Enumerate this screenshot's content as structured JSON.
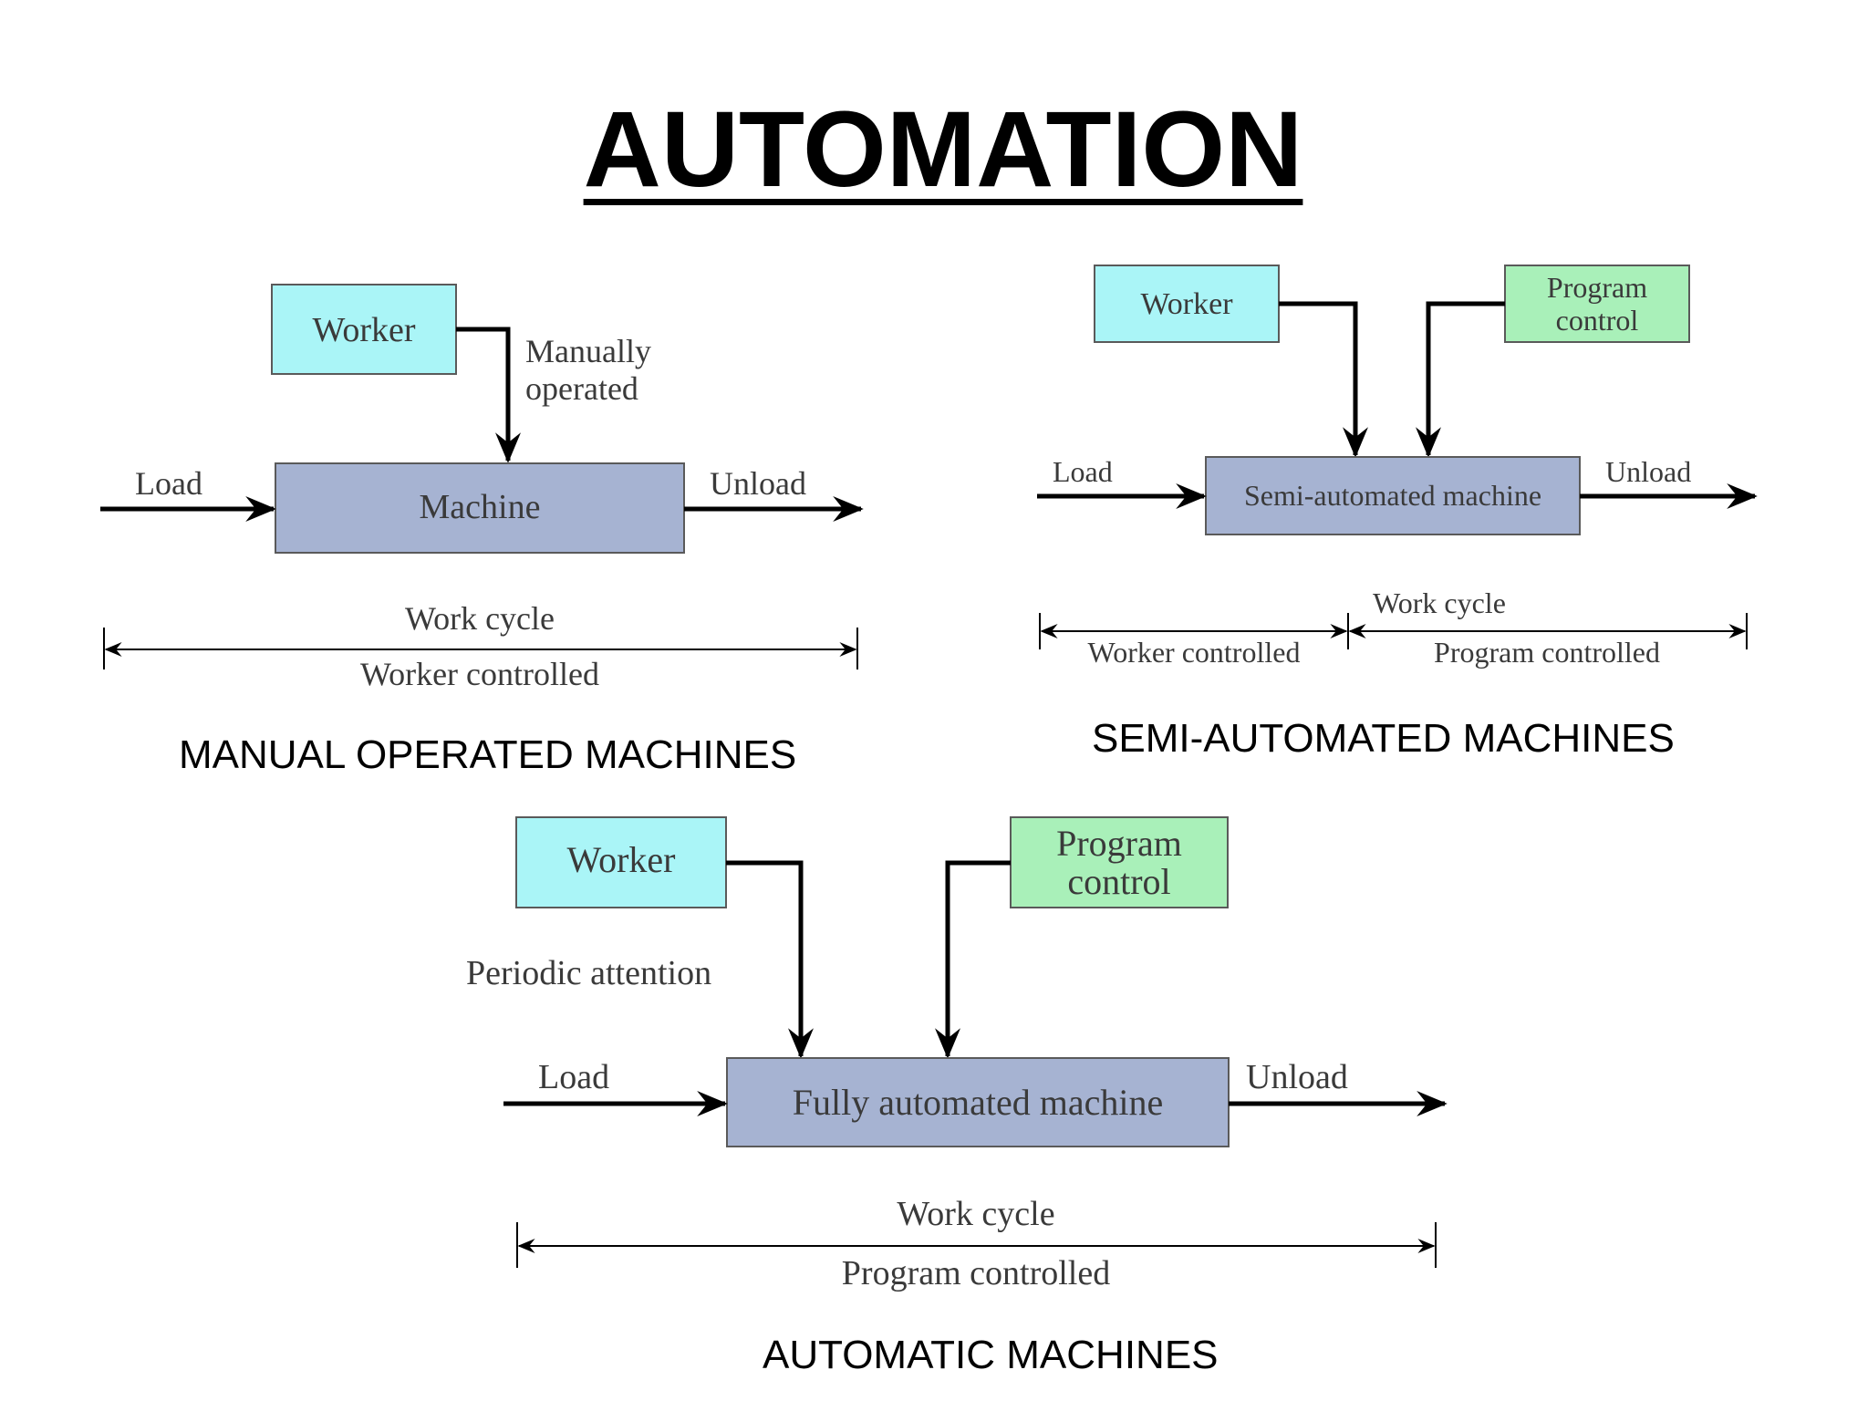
{
  "title": "AUTOMATION",
  "colors": {
    "worker_box": "#aaf5f7",
    "program_box": "#a9f0b9",
    "machine_box": "#a6b3d2",
    "box_border": "#5a5a5a",
    "arrow": "#000000"
  },
  "manual": {
    "caption": "MANUAL OPERATED MACHINES",
    "worker": "Worker",
    "annotation_line1": "Manually",
    "annotation_line2": "operated",
    "machine": "Machine",
    "load": "Load",
    "unload": "Unload",
    "cycle_top": "Work cycle",
    "cycle_bottom": "Worker controlled"
  },
  "semi": {
    "caption": "SEMI-AUTOMATED MACHINES",
    "worker": "Worker",
    "program_line1": "Program",
    "program_line2": "control",
    "machine": "Semi-automated machine",
    "load": "Load",
    "unload": "Unload",
    "cycle_top": "Work cycle",
    "cycle_left": "Worker controlled",
    "cycle_right": "Program controlled"
  },
  "automatic": {
    "caption": "AUTOMATIC MACHINES",
    "worker": "Worker",
    "program_line1": "Program",
    "program_line2": "control",
    "annotation": "Periodic attention",
    "machine": "Fully automated machine",
    "load": "Load",
    "unload": "Unload",
    "cycle_top": "Work cycle",
    "cycle_bottom": "Program controlled"
  }
}
